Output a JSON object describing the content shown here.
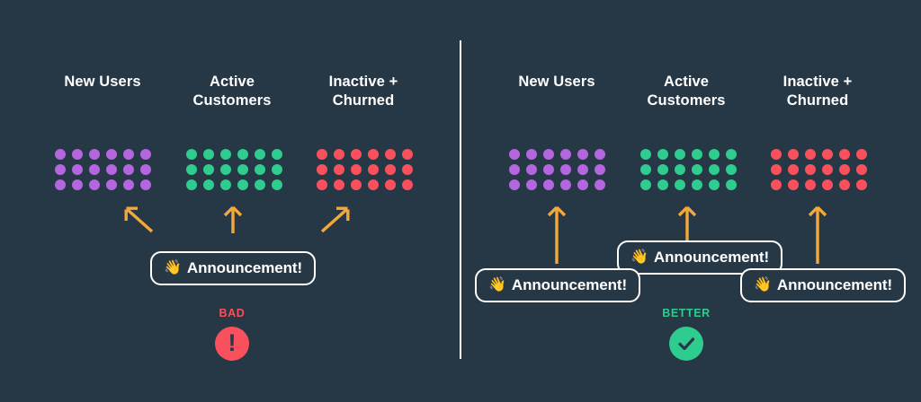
{
  "theme": {
    "background": "#263745",
    "divider": "#ffffff",
    "text": "#ffffff",
    "purple": "#b366dd",
    "green": "#2ecc8f",
    "red": "#f9505d",
    "arrow": "#f2a93b"
  },
  "columns": {
    "new_users": "New Users",
    "active_customers": "Active\nCustomers",
    "active_customers_line1": "Active",
    "active_customers_line2": "Customers",
    "inactive_churned_line1": "Inactive +",
    "inactive_churned_line2": "Churned"
  },
  "segments": [
    {
      "id": "new-users",
      "label": "New Users",
      "color": "purple",
      "rows": 3,
      "cols": 6,
      "count": 18
    },
    {
      "id": "active-customers",
      "label": "Active Customers",
      "color": "green",
      "rows": 3,
      "cols": 6,
      "count": 18
    },
    {
      "id": "inactive-churned",
      "label": "Inactive + Churned",
      "color": "red",
      "rows": 3,
      "cols": 6,
      "count": 18
    }
  ],
  "left": {
    "announcements": [
      {
        "emoji": "👋",
        "label": "Announcement!"
      }
    ],
    "arrows": [
      {
        "direction": "up-left",
        "target": "new-users"
      },
      {
        "direction": "up",
        "target": "active-customers"
      },
      {
        "direction": "up-right",
        "target": "inactive-churned"
      }
    ],
    "verdict": {
      "label": "BAD",
      "icon": "exclamation-icon",
      "glyph": "!",
      "color": "#f9505d"
    }
  },
  "right": {
    "announcements": [
      {
        "emoji": "👋",
        "label": "Announcement!",
        "target": "new-users"
      },
      {
        "emoji": "👋",
        "label": "Announcement!",
        "target": "active-customers"
      },
      {
        "emoji": "👋",
        "label": "Announcement!",
        "target": "inactive-churned"
      }
    ],
    "arrows": [
      {
        "direction": "up",
        "target": "new-users"
      },
      {
        "direction": "up",
        "target": "active-customers"
      },
      {
        "direction": "up",
        "target": "inactive-churned"
      }
    ],
    "verdict": {
      "label": "BETTER",
      "icon": "check-icon",
      "glyph": "✓",
      "color": "#2ecc8f"
    }
  }
}
